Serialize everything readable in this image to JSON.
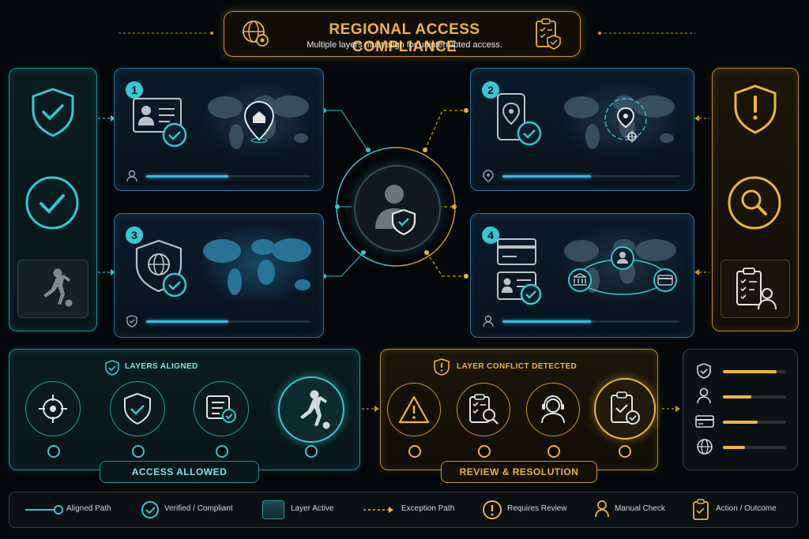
{
  "header": {
    "title": "REGIONAL ACCESS COMPLIANCE",
    "subtitle": "Multiple layers must align for uninterrupted access."
  },
  "layers": [
    {
      "number": "1",
      "progress": 0.5,
      "theme": "teal"
    },
    {
      "number": "2",
      "progress": 0.5,
      "theme": "teal"
    },
    {
      "number": "3",
      "progress": 0.5,
      "theme": "teal"
    },
    {
      "number": "4",
      "progress": 0.5,
      "theme": "teal"
    }
  ],
  "bottom_left": {
    "top_label": "LAYERS ALIGNED",
    "banner": "ACCESS ALLOWED"
  },
  "bottom_middle": {
    "top_label": "LAYER CONFLICT DETECTED",
    "banner": "REVIEW & RESOLUTION"
  },
  "summary_bars": [
    0.85,
    0.45,
    0.55,
    0.35
  ],
  "legend": [
    {
      "icon": "aligned-path-icon",
      "label": "Aligned Path"
    },
    {
      "icon": "verified-icon",
      "label": "Verified / Compliant"
    },
    {
      "icon": "layer-active-icon",
      "label": "Layer Active"
    },
    {
      "icon": "exception-path-icon",
      "label": "Exception Path"
    },
    {
      "icon": "requires-review-icon",
      "label": "Requires Review"
    },
    {
      "icon": "manual-check-icon",
      "label": "Manual Check"
    },
    {
      "icon": "action-outcome-icon",
      "label": "Action / Outcome"
    }
  ],
  "colors": {
    "teal": "#36c8d0",
    "amber": "#f0b43c",
    "blue": "#34b8e6",
    "background": "#05080b"
  }
}
